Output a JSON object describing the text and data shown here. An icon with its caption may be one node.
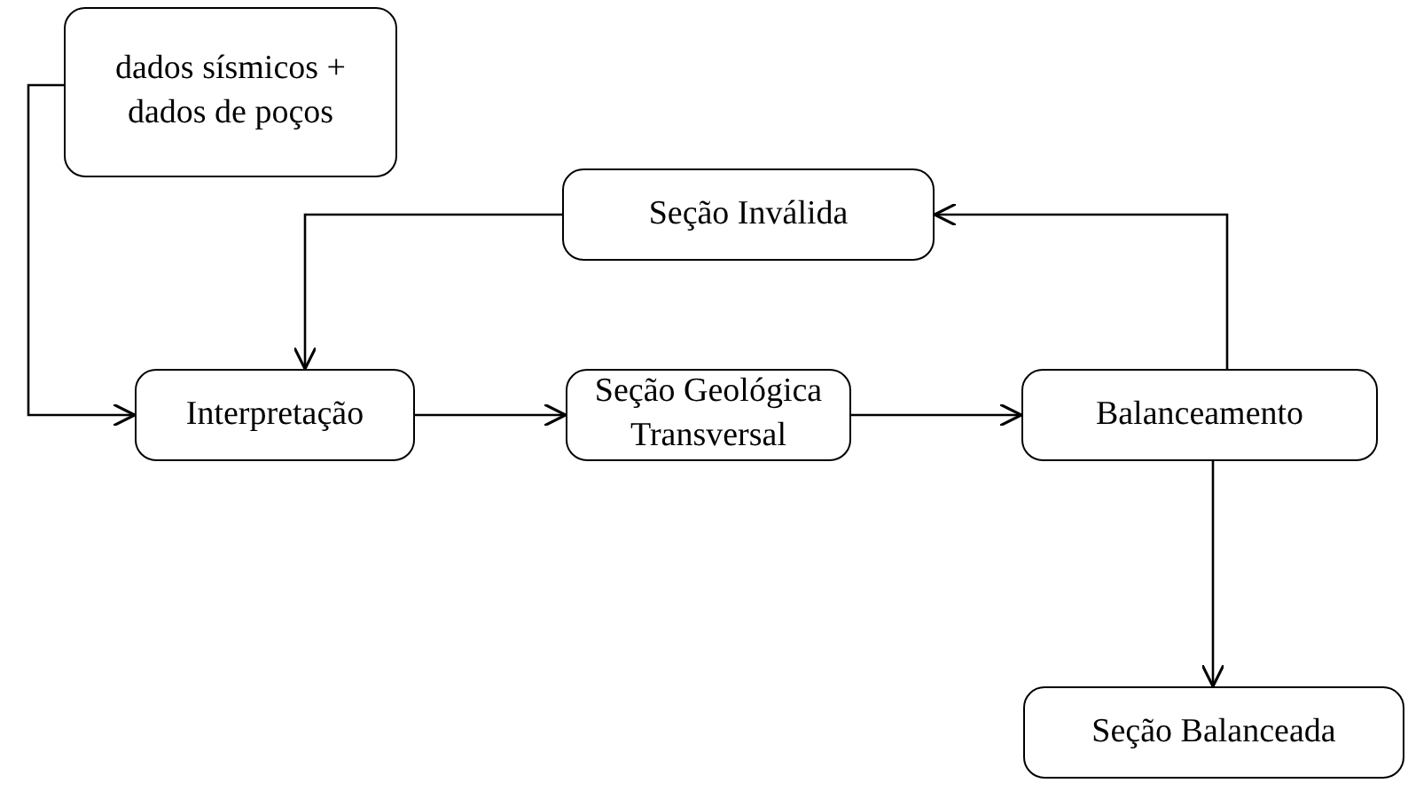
{
  "diagram": {
    "nodes": [
      {
        "text": [
          "dados sísmicos + dados de poços"
        ]
      },
      {
        "text": [
          "Seção Inválida"
        ]
      },
      {
        "text": [
          "Interpretação"
        ]
      },
      {
        "text": [
          "Seção Geológica Transversal"
        ]
      },
      {
        "text": [
          "Balanceamento"
        ]
      },
      {
        "text": [
          "Seção Balanceada"
        ]
      }
    ],
    "edges": [
      {
        "from": 0,
        "to": 2,
        "arrow": "to"
      },
      {
        "from": 1,
        "to": 2,
        "arrow": "to"
      },
      {
        "from": 2,
        "to": 3,
        "arrow": "to"
      },
      {
        "from": 3,
        "to": 4,
        "arrow": "to"
      },
      {
        "from": 4,
        "to": 1,
        "arrow": "to"
      },
      {
        "from": 4,
        "to": 5,
        "arrow": "to"
      }
    ]
  }
}
